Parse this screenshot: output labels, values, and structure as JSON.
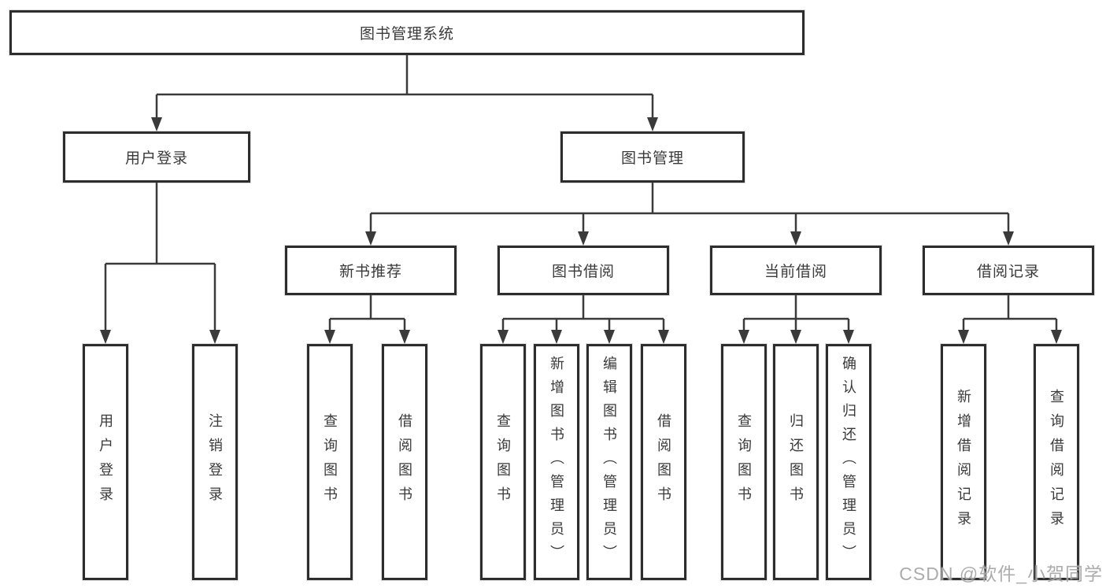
{
  "nodes": {
    "root": "图书管理系统",
    "userLogin": "用户登录",
    "bookManagement": "图书管理",
    "newBookRecommend": "新书推荐",
    "bookBorrowing": "图书借阅",
    "currentBorrowing": "当前借阅",
    "borrowingRecords": "借阅记录"
  },
  "leaves": {
    "userLogin": [
      "用户登录",
      "注销登录"
    ],
    "newBookRecommend": [
      "查询图书",
      "借阅图书"
    ],
    "bookBorrowing": [
      "查询图书",
      "新增图书（管理员）",
      "编辑图书（管理员）",
      "借阅图书"
    ],
    "currentBorrowing": [
      "查询图书",
      "归还图书",
      "确认归还（管理员）"
    ],
    "borrowingRecords": [
      "新增借阅记录",
      "查询借阅记录"
    ]
  },
  "watermark": "CSDN @软件_小贺同学",
  "colors": {
    "line": "#3a3a3a",
    "border": "#2d2d2d",
    "text": "#3a3a3a",
    "background": "#ffffff",
    "watermark": "#9e9e9e"
  }
}
